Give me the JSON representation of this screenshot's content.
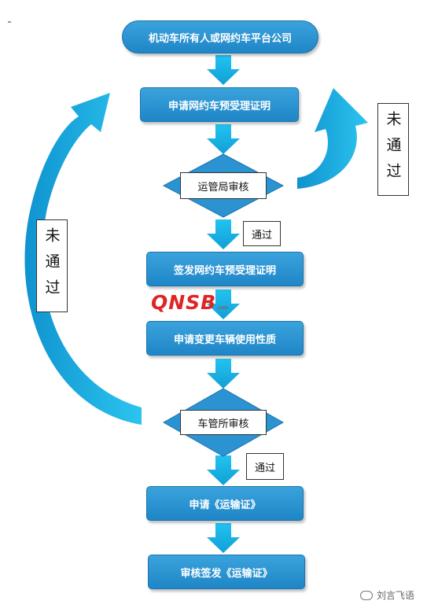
{
  "flow": {
    "start": "机动车所有人或网约车平台公司",
    "apply_pre": "申请网约车预受理证明",
    "review_transport": "运管局审核",
    "issue_pre": "签发网约车预受理证明",
    "apply_change": "申请变更车辆使用性质",
    "review_vehicle": "车管所审核",
    "apply_permit": "申请《运输证》",
    "issue_permit": "审核签发《运输证》"
  },
  "labels": {
    "passed_1": "通过",
    "passed_2": "通过",
    "failed_right": "未通过",
    "failed_left": "未通过"
  },
  "watermark": {
    "main": "QNSB",
    "sub": ".com"
  },
  "footer": {
    "account": "刘言飞语"
  },
  "colors": {
    "box": "#2b93d1",
    "arrow": "#1cb5e8",
    "watermark": "#e02424"
  }
}
